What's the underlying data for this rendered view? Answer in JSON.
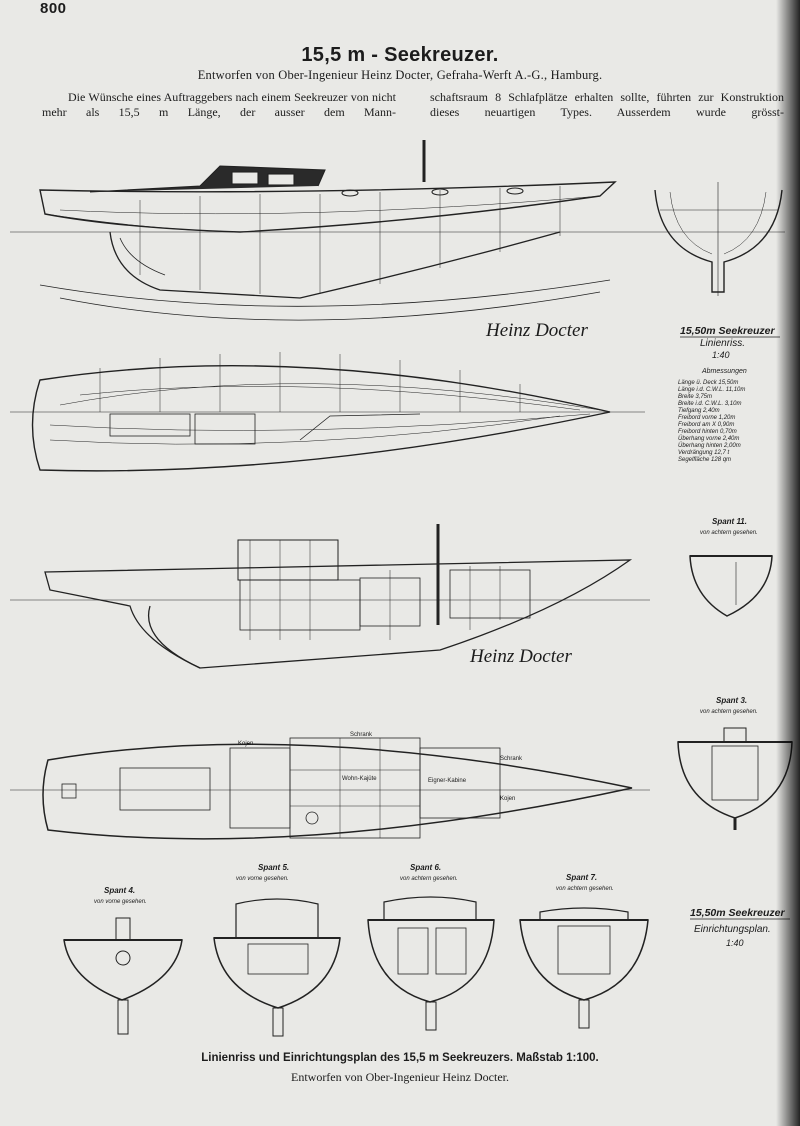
{
  "page": {
    "number": "800",
    "title": "15,5 m - Seekreuzer.",
    "subtitle": "Entworfen von Ober-Ingenieur Heinz Docter, Gefraha-Werft A.-G., Hamburg.",
    "intro_left": "Die Wünsche eines Auftraggebers nach einem Seekreuzer von nicht mehr als 15,5 m Länge, der ausser dem Mann-",
    "intro_right": "schaftsraum 8 Schlafplätze erhalten sollte, führten zur Konstruktion dieses neuartigen Types. Ausserdem wurde grösst-",
    "caption_main": "Linienriss und Einrichtungsplan des 15,5 m Seekreuzers. Maßstab 1:100.",
    "caption_sub": "Entworfen von Ober-Ingenieur Heinz Docter."
  },
  "drawing": {
    "signature": "Heinz Docter",
    "lines_plan": {
      "title": "15,50m Seekreuzer",
      "subtitle": "Linienriss.",
      "scale": "1:40",
      "dims_header": "Abmessungen",
      "dims": [
        "Länge ü. Deck  15,50m",
        "Länge i.d. C.W.L.  11,10m",
        "Breite  3,75m",
        "Breite i.d. C.W.L.  3,10m",
        "Tiefgang  2,40m",
        "Freibord vorne  1,20m",
        "Freibord am X  0,90m",
        "Freibord hinten  0,70m",
        "Überhang vorne  2,40m",
        "Überhang hinten  2,00m",
        "Verdrängung  12,7 t",
        "Segelfläche  128 qm"
      ]
    },
    "section_labels": {
      "spant11": "Spant 11.",
      "spant11_sub": "von achtern gesehen.",
      "spant3": "Spant 3.",
      "spant3_sub": "von achtern gesehen.",
      "spant4": "Spant 4.",
      "spant4_sub": "von vorne gesehen.",
      "spant5": "Spant 5.",
      "spant5_sub": "von vorne gesehen.",
      "spant6": "Spant 6.",
      "spant6_sub": "von achtern gesehen.",
      "spant7": "Spant 7.",
      "spant7_sub": "von achtern gesehen."
    },
    "interior_plan": {
      "title": "15,50m Seekreuzer",
      "subtitle": "Einrichtungsplan.",
      "scale": "1:40"
    },
    "room_labels": [
      "Kojen",
      "Schrank",
      "Wohn-Kajüte",
      "Eigner-Kabine",
      "Kojen",
      "Schrank"
    ]
  }
}
